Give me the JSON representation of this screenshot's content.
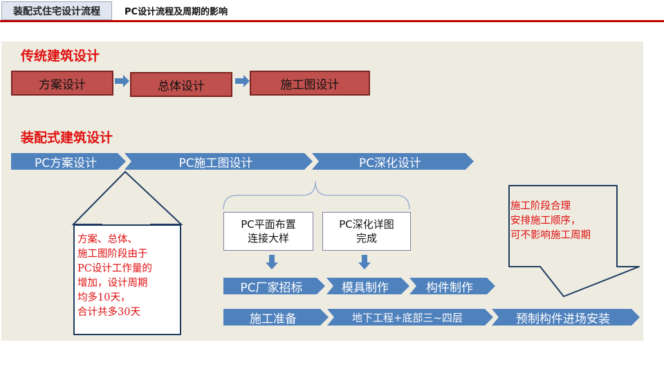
{
  "header": {
    "tab": "装配式住宅设计流程",
    "title": "PC设计流程及周期的影响"
  },
  "traditional": {
    "title": "传统建筑设计",
    "steps": [
      "方案设计",
      "总体设计",
      "施工图设计"
    ]
  },
  "prefab": {
    "title": "装配式建筑设计",
    "stages": [
      "PC方案设计",
      "PC施工图设计",
      "PC深化设计"
    ],
    "boxes": [
      "PC平面布置\n连接大样",
      "PC深化详图\n完成"
    ],
    "row1": [
      "PC厂家招标",
      "模具制作",
      "构件制作"
    ],
    "row2": [
      "施工准备",
      "地下工程+底部三~四层",
      "预制构件进场安装"
    ],
    "note_left": "方案、总体、\n施工图阶段由于\nPC设计工作量的\n增加，设计周期\n均多10天，\n合计共多30天",
    "note_right": "施工阶段合理\n安排施工顺序，\n可不影响施工周期"
  },
  "colors": {
    "red": "#c0504d",
    "blue": "#4f81bd",
    "panel": "#eeece1",
    "accent": "#c00000"
  }
}
